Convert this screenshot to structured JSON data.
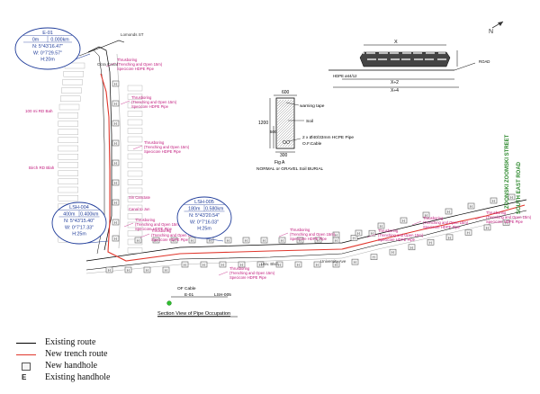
{
  "north_label": "N",
  "callouts": [
    {
      "id": "E-01",
      "dist": "0m",
      "km": "0.000km",
      "north": "N: 5°43'16.47\"",
      "west": "W: 0°7'29.57\"",
      "height": "H:20m"
    },
    {
      "id": "LSH-004",
      "dist": "400m",
      "km": "0.400km",
      "north": "N: 5°43'15.40\"",
      "west": "W: 0°7'17.33\"",
      "height": "H:25m"
    },
    {
      "id": "LSH-005",
      "dist": "180m",
      "km": "0.580km",
      "north": "N: 5°43'20.54\"",
      "west": "W: 0°7'16.03\"",
      "height": "H:25m"
    }
  ],
  "road_labels": [
    "Lomonds ST",
    "Ocra Canal",
    "University Ave"
  ],
  "left_labels": [
    "100 mi RD Bah",
    "Birch RD Blah"
  ],
  "street_labels": [
    "Sin Canctate",
    "Canal to Jun",
    "Univ. Blvd"
  ],
  "route_note_lines": [
    "Thrusboring",
    "(Trenching and Open 15m)",
    "Specicore HDPE Pipe"
  ],
  "detail_a": {
    "dim_600": "600",
    "dim_1200": "1200",
    "dim_500": "500",
    "dim_300": "300",
    "warning_tape": "warning tape",
    "soil": "Soil",
    "pipe": "2 x Ø40/33mm HCPE Pipe",
    "cable": "O.F.Cable",
    "fig": "Fig A",
    "caption": "NORMAL or GRAVEL Soil BURIAL"
  },
  "detail_b": {
    "x": "X",
    "x_half": "X÷2",
    "x_quarter": "X÷4",
    "hdpe": "HDPE ø44/12",
    "road": "ROAD"
  },
  "section": {
    "of_cable": "OF Cable",
    "left_node": "E-01",
    "right_node": "LSH-005",
    "title": "Section View of Pipe Occupation"
  },
  "right_vertical_text": [
    "ZOONSKI ZOOMSKI STREET",
    "SOUTH EAST ROAD"
  ],
  "colors": {
    "new_route": "#e0362c",
    "existing_route": "#000000",
    "note": "#c0187c",
    "callout": "#1f3c9a",
    "green": "#2f8a2f"
  },
  "legend": [
    {
      "symbol": "existing-route",
      "label": "Existing route"
    },
    {
      "symbol": "new-trench-route",
      "label": "New trench route"
    },
    {
      "symbol": "new-handhole",
      "label": "New handhole"
    },
    {
      "symbol": "existing-handhole",
      "label": "Existing handhole",
      "glyph": "E"
    }
  ]
}
